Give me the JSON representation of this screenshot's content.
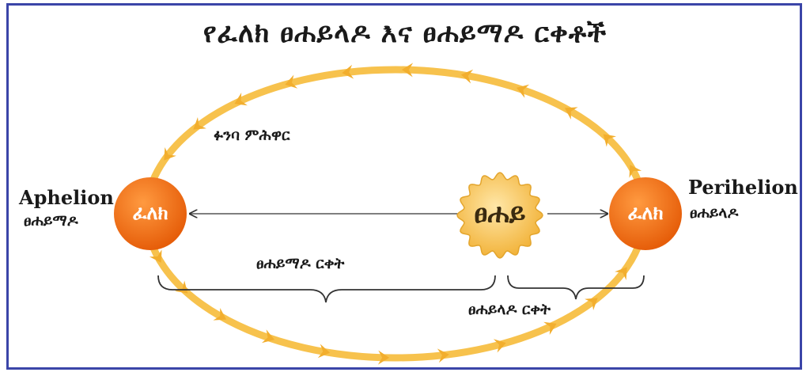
{
  "title": "የፈለክ ፀሐይላዶ እና ፀሐይማዶ ርቀቶች",
  "orbit_label": "ፉንባ ምሕዋር",
  "sun_label": "ፀሐይ",
  "aphelion": {
    "term": "Aphelion",
    "native": "ፀሐይማዶ",
    "planet_label": "ፈለክ"
  },
  "perihelion": {
    "term": "Perihelion",
    "native": "ፀሐይላዶ",
    "planet_label": "ፈለክ"
  },
  "distances": {
    "aphelion_distance": "ፀሐይማዶ ርቀት",
    "perihelion_distance": "ፀሐይላዶ ርቀት"
  },
  "colors": {
    "frame": "#3b45a8",
    "orbit": "#f7c24d",
    "planet": "#ef6f16",
    "sun": "#f5c04a"
  }
}
